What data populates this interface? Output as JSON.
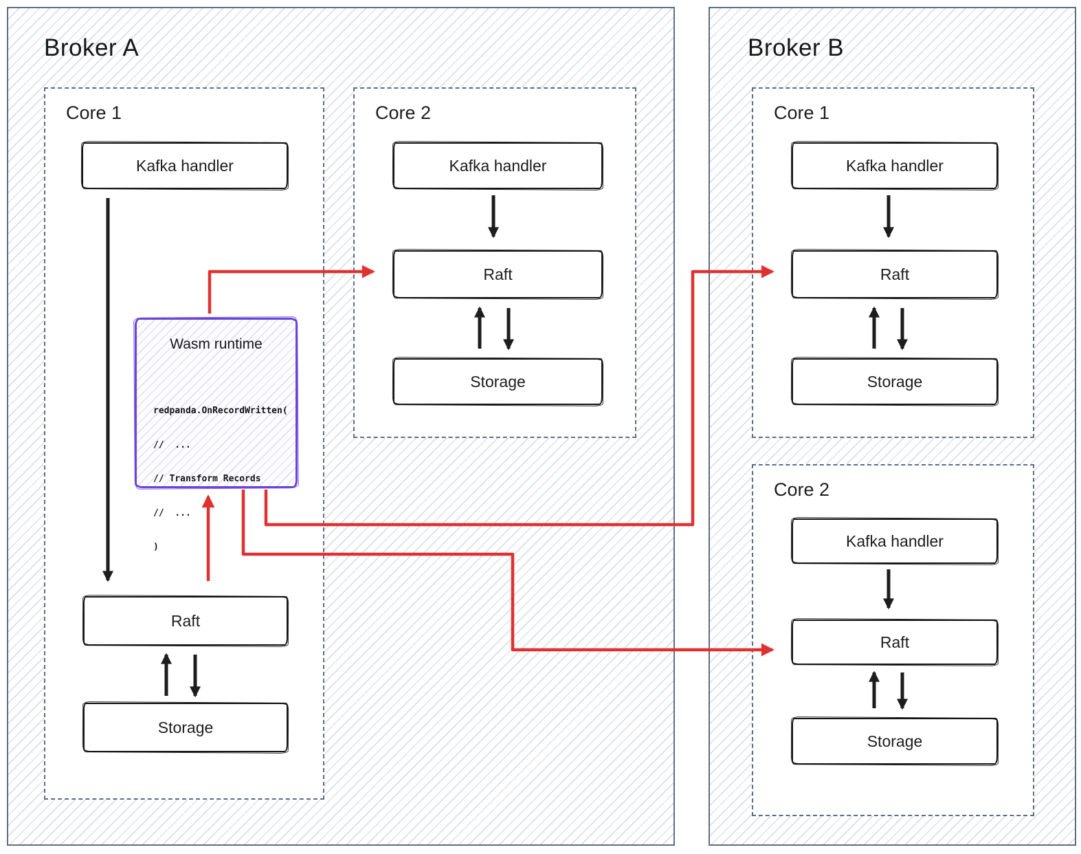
{
  "diagram": {
    "brokers": [
      {
        "title": "Broker A",
        "cores": [
          {
            "label": "Core 1",
            "nodes": {
              "kafka": "Kafka handler",
              "raft": "Raft",
              "storage": "Storage"
            },
            "wasm": {
              "title": "Wasm runtime",
              "code_lines": [
                "redpanda.OnRecordWritten(",
                "//  ...",
                "// Transform Records",
                "//  ...",
                ")"
              ]
            }
          },
          {
            "label": "Core 2",
            "nodes": {
              "kafka": "Kafka handler",
              "raft": "Raft",
              "storage": "Storage"
            }
          }
        ]
      },
      {
        "title": "Broker B",
        "cores": [
          {
            "label": "Core 1",
            "nodes": {
              "kafka": "Kafka handler",
              "raft": "Raft",
              "storage": "Storage"
            }
          },
          {
            "label": "Core 2",
            "nodes": {
              "kafka": "Kafka handler",
              "raft": "Raft",
              "storage": "Storage"
            }
          }
        ]
      }
    ],
    "colors": {
      "red_arrow": "#e03131",
      "black_arrow": "#1d1d1d",
      "wasm_border": "#6a46d8",
      "broker_border": "#5e6c85",
      "hatch_line": "#c7cfdc"
    }
  }
}
